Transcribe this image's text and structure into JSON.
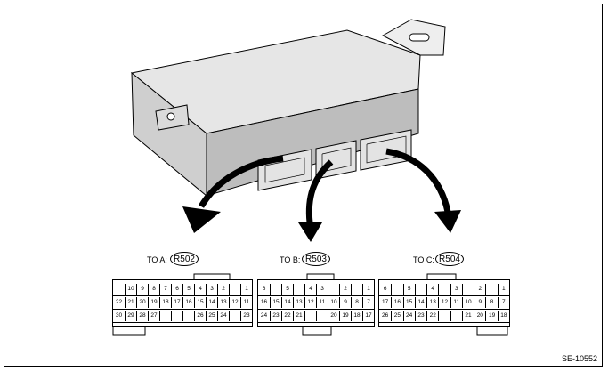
{
  "figure_id": "SE-10552",
  "connectors": [
    {
      "key": "A",
      "prefix": "TO A:",
      "code": "R502",
      "rows": [
        [
          "",
          "10",
          "9",
          "8",
          "7",
          "6",
          "5",
          "4",
          "3",
          "2",
          "",
          "1"
        ],
        [
          "22",
          "21",
          "20",
          "19",
          "18",
          "17",
          "16",
          "15",
          "14",
          "13",
          "12",
          "11"
        ],
        [
          "30",
          "29",
          "28",
          "27",
          "",
          "",
          "",
          "26",
          "25",
          "24",
          "",
          "23"
        ]
      ]
    },
    {
      "key": "B",
      "prefix": "TO B:",
      "code": "R503",
      "rows": [
        [
          "6",
          "",
          "5",
          "",
          "4",
          "3",
          "",
          "2",
          "",
          "1"
        ],
        [
          "16",
          "15",
          "14",
          "13",
          "12",
          "11",
          "10",
          "9",
          "8",
          "7"
        ],
        [
          "24",
          "23",
          "22",
          "21",
          "",
          "",
          "20",
          "19",
          "18",
          "17"
        ]
      ]
    },
    {
      "key": "C",
      "prefix": "TO C:",
      "code": "R504",
      "rows": [
        [
          "6",
          "",
          "5",
          "",
          "4",
          "",
          "3",
          "",
          "2",
          "",
          "1"
        ],
        [
          "17",
          "16",
          "15",
          "14",
          "13",
          "12",
          "11",
          "10",
          "9",
          "8",
          "7"
        ],
        [
          "26",
          "25",
          "24",
          "23",
          "22",
          "",
          "",
          "21",
          "20",
          "19",
          "18"
        ]
      ]
    }
  ]
}
